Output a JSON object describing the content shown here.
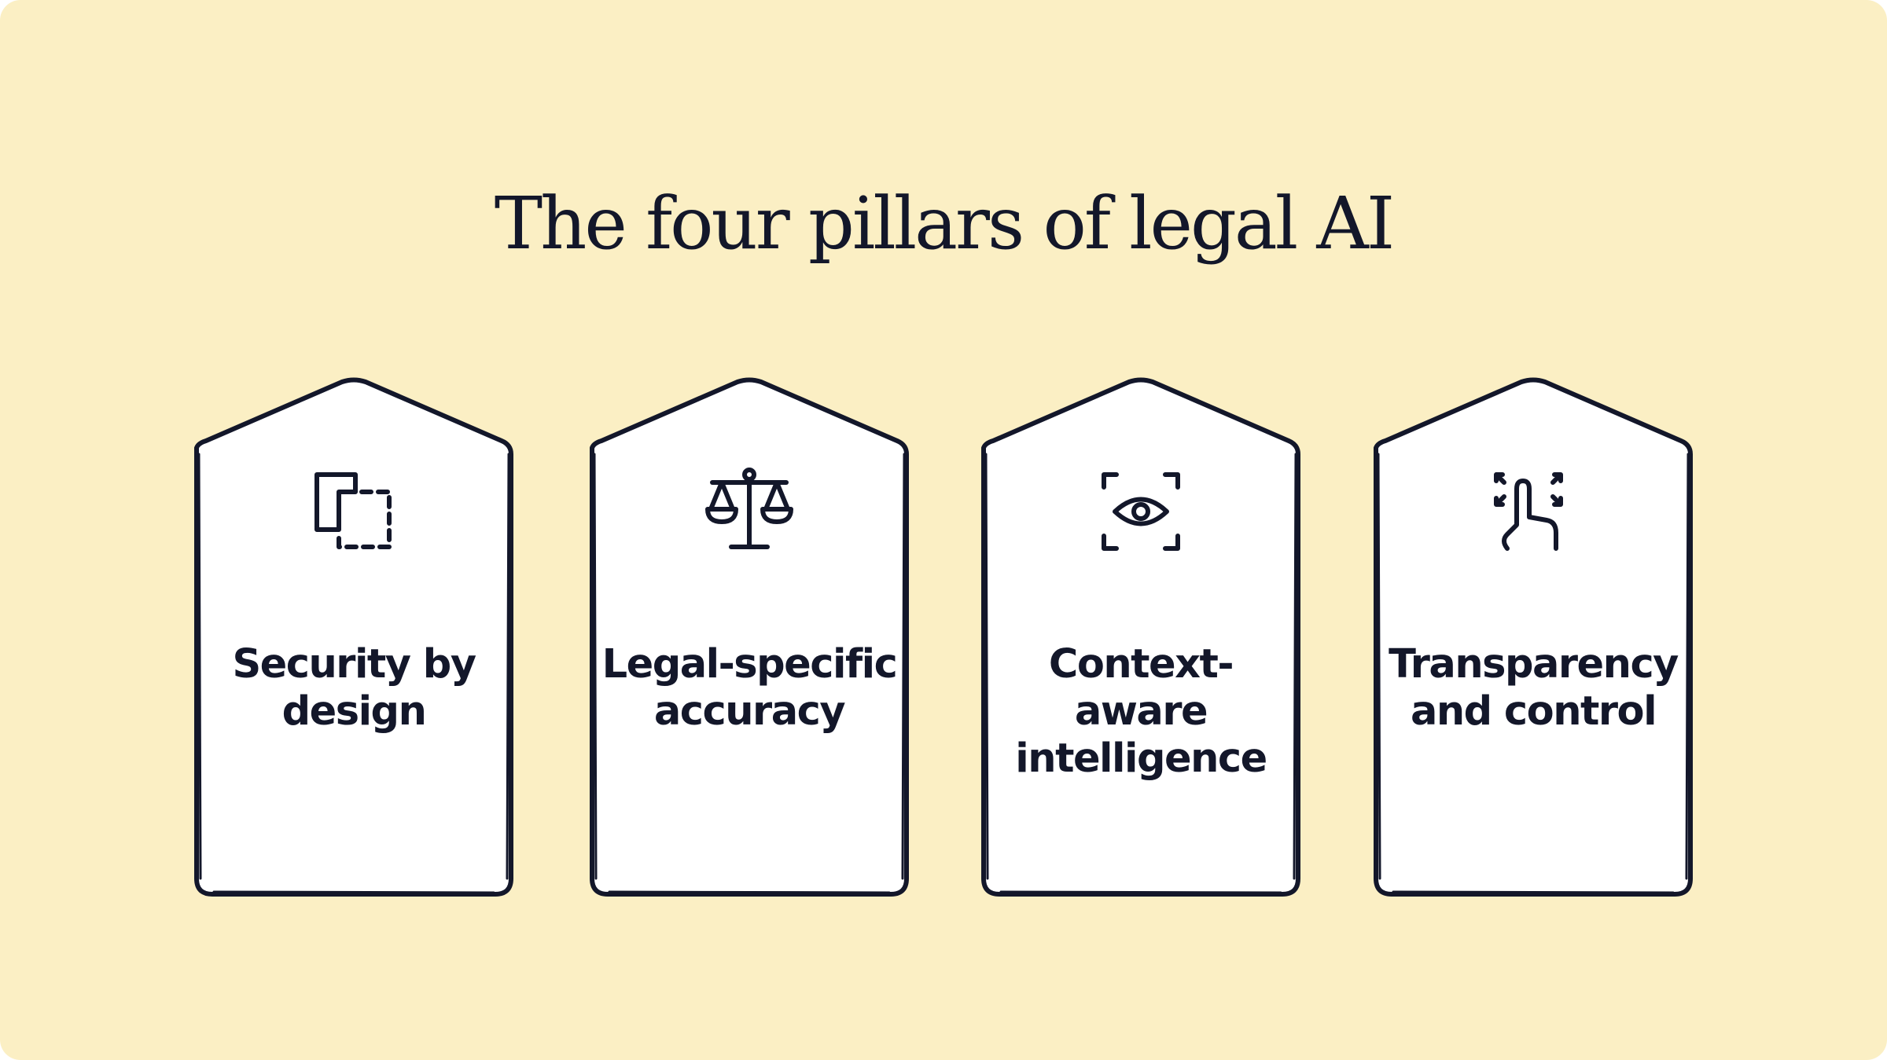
{
  "title": "The four pillars of legal AI",
  "colors": {
    "background": "#fbefc4",
    "card_fill": "#ffffff",
    "ink": "#13172a"
  },
  "pillars": [
    {
      "label": "Security by design",
      "icon": "overlapping-squares-icon"
    },
    {
      "label": "Legal-specific accuracy",
      "icon": "scales-of-justice-icon"
    },
    {
      "label": "Context-aware intelligence",
      "icon": "eye-focus-icon"
    },
    {
      "label": "Transparency and control",
      "icon": "hand-touch-gesture-icon"
    }
  ]
}
